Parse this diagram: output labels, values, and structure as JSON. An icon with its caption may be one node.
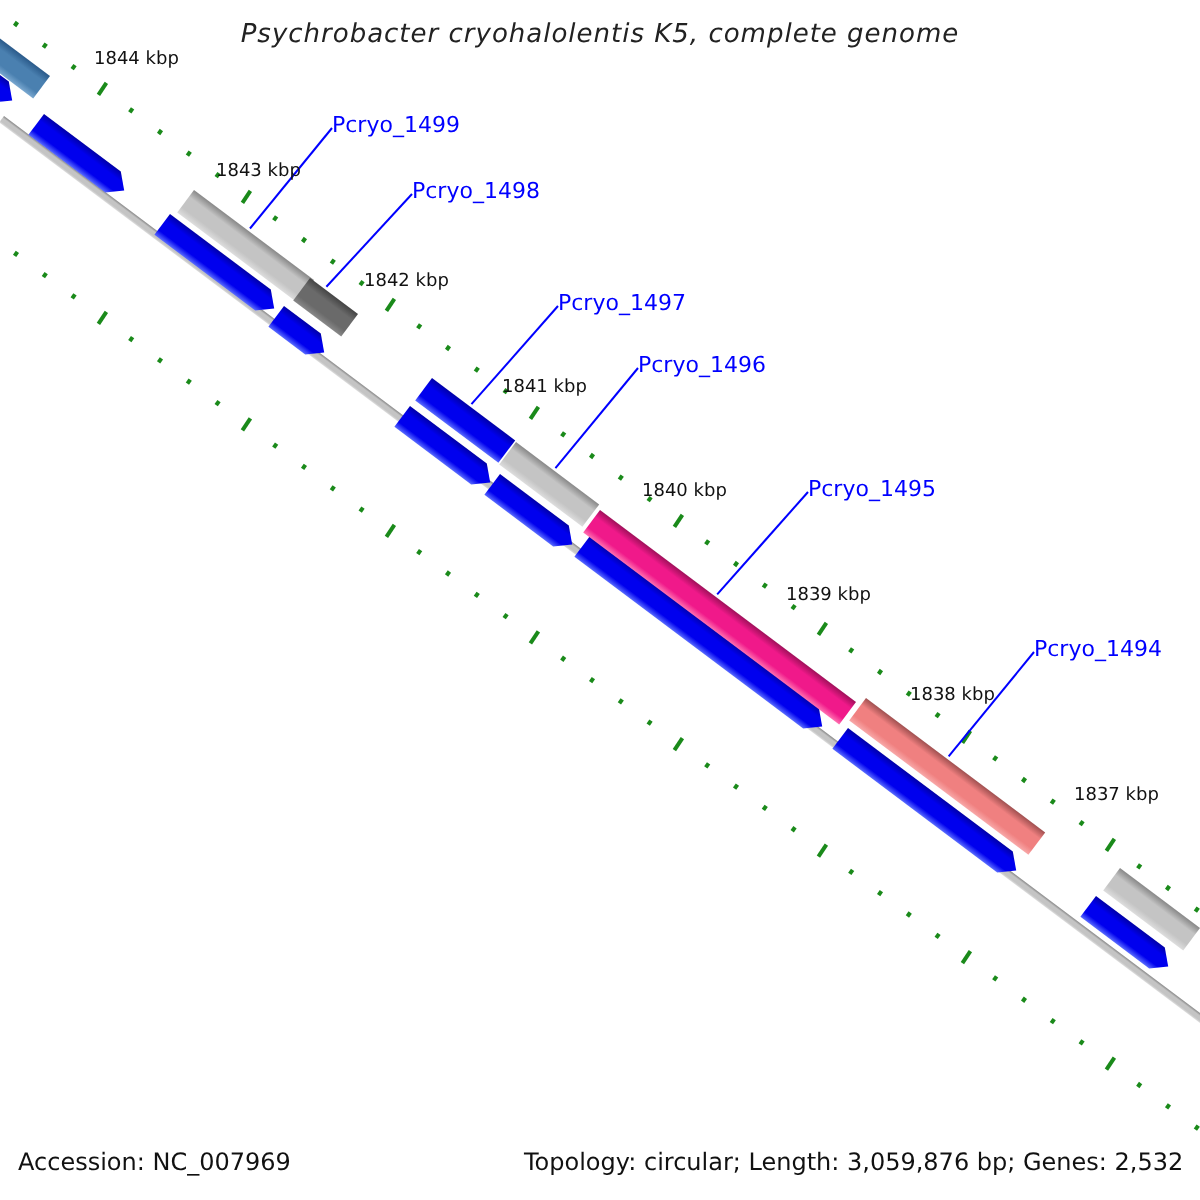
{
  "diagram": {
    "title": "Psychrobacter cryohalolentis K5, complete genome",
    "nodes": [
      {
        "text": [
          "Pcryo_1499"
        ]
      },
      {
        "text": [
          "Pcryo_1498"
        ]
      },
      {
        "text": [
          "Pcryo_1497"
        ]
      },
      {
        "text": [
          "Pcryo_1496"
        ]
      },
      {
        "text": [
          "Pcryo_1495"
        ]
      },
      {
        "text": [
          "Pcryo_1494"
        ]
      },
      {
        "text": [],
        "shape": "bar"
      },
      {
        "text": [],
        "shape": "arrow"
      },
      {
        "text": [],
        "shape": "arrow"
      },
      {
        "text": [],
        "shape": "arrow"
      },
      {
        "text": [],
        "shape": "bar"
      },
      {
        "text": [],
        "shape": "arrow"
      },
      {
        "text": [],
        "shape": "bar"
      },
      {
        "text": [],
        "shape": "arrow"
      },
      {
        "text": [],
        "shape": "bar"
      },
      {
        "text": [],
        "shape": "arrow"
      },
      {
        "text": [],
        "shape": "bar"
      },
      {
        "text": [],
        "shape": "arrow"
      },
      {
        "text": [],
        "shape": "bar"
      },
      {
        "text": [],
        "shape": "arrow"
      },
      {
        "text": [],
        "shape": "bar"
      },
      {
        "text": [],
        "shape": "arrow"
      },
      {
        "text": [],
        "shape": "bar"
      }
    ],
    "edges": [
      {
        "from": 0,
        "to": 10,
        "arrow": "none"
      },
      {
        "from": 1,
        "to": 12,
        "arrow": "none"
      },
      {
        "from": 2,
        "to": 14,
        "arrow": "none"
      },
      {
        "from": 3,
        "to": 16,
        "arrow": "none"
      },
      {
        "from": 4,
        "to": 18,
        "arrow": "none"
      },
      {
        "from": 5,
        "to": 20,
        "arrow": "none"
      }
    ],
    "labels": [
      "1844 kbp",
      "1843 kbp",
      "1842 kbp",
      "1841 kbp",
      "1840 kbp",
      "1839 kbp",
      "1838 kbp",
      "1837 kbp",
      "Accession: NC_007969",
      "Topology: circular; Length: 3,059,876 bp; Genes: 2,532"
    ]
  }
}
